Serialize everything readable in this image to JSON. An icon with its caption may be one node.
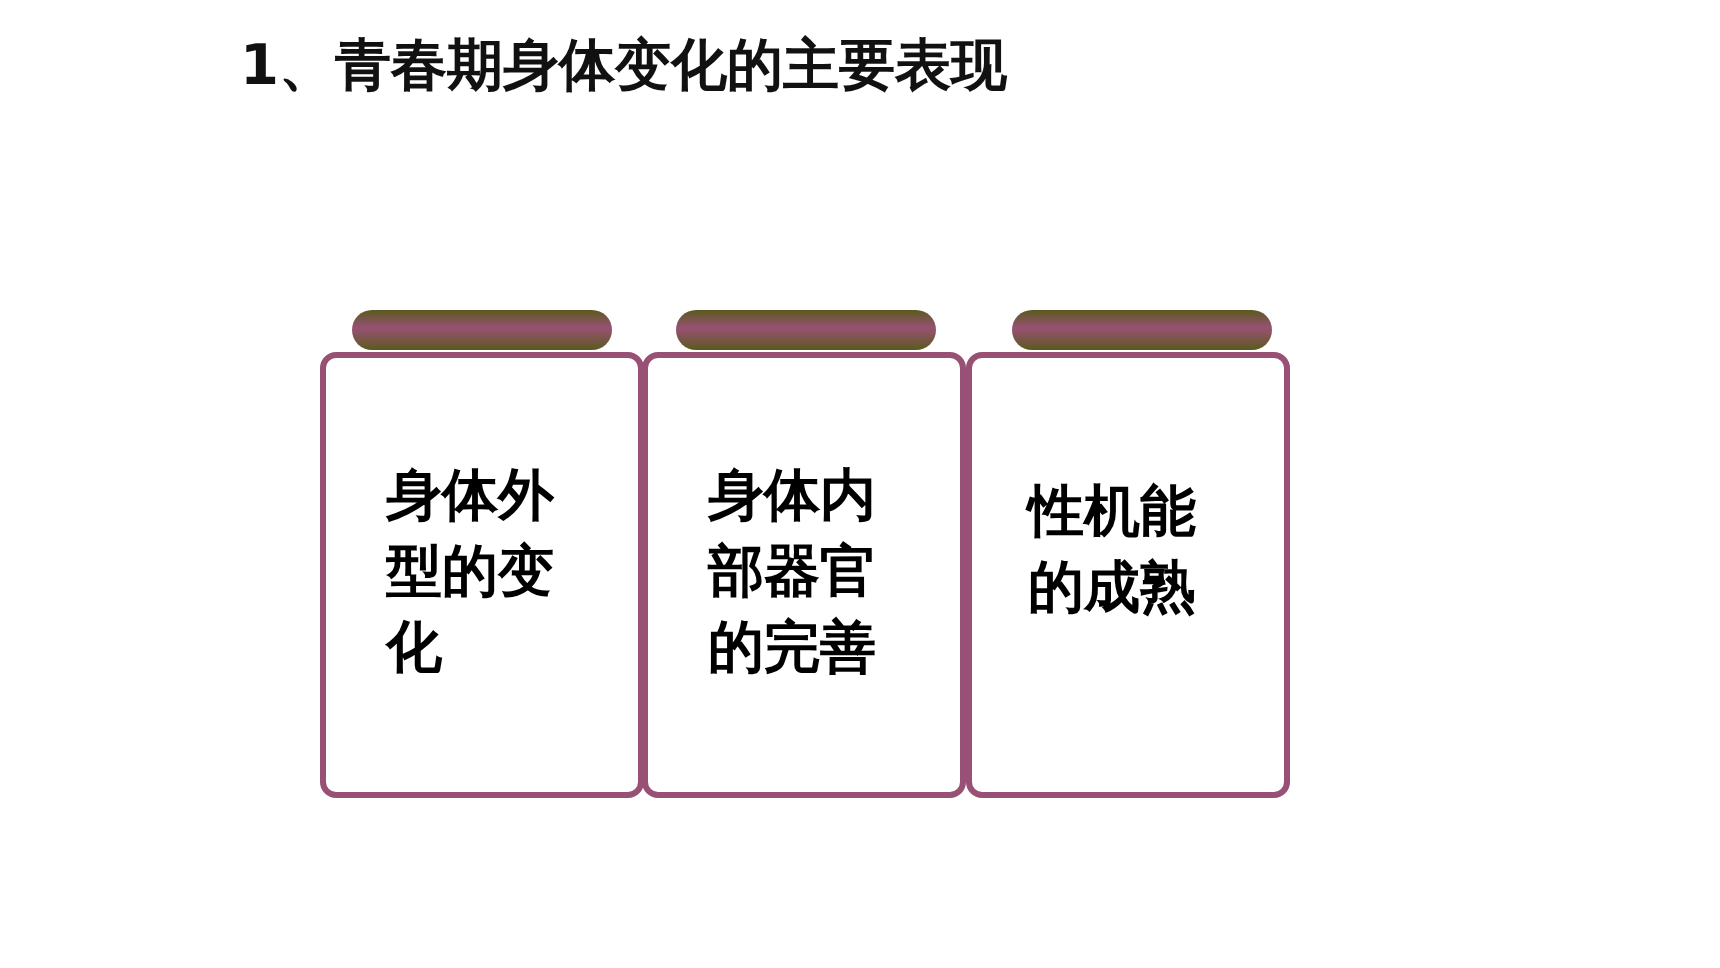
{
  "diagram": {
    "title": "1、青春期身体变化的主要表现",
    "nodes": [
      {
        "text": [
          "身体外型的变化"
        ]
      },
      {
        "text": [
          "身体内部器官的完善"
        ]
      },
      {
        "text": [
          "性机能的成熟"
        ]
      }
    ]
  }
}
